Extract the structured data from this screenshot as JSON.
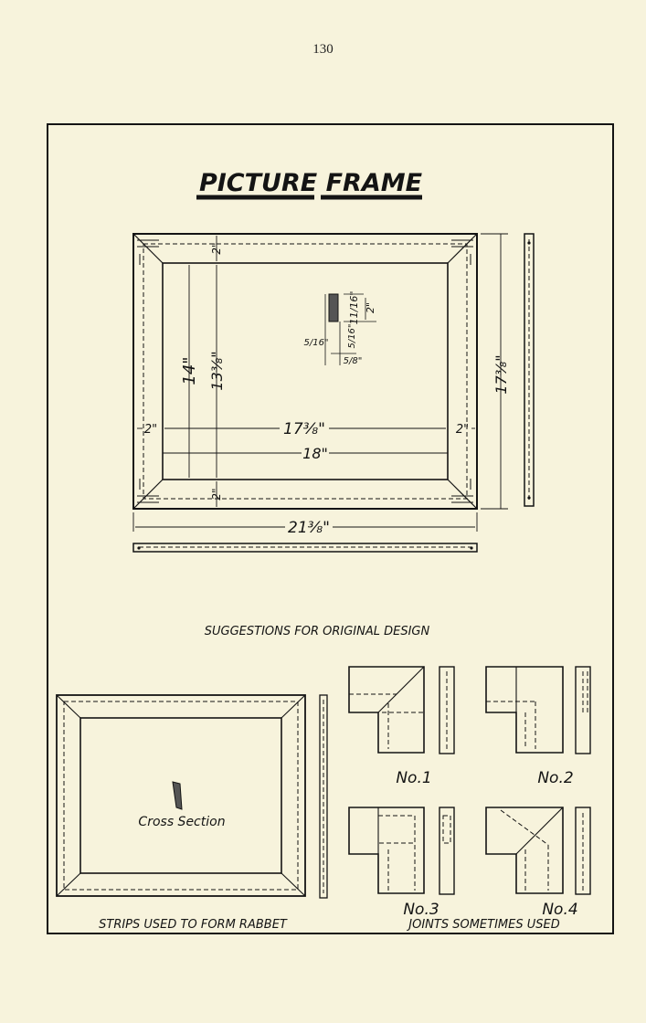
{
  "page_number": "130",
  "title": "PICTURE FRAME",
  "dimensions": {
    "outer_width": "21⅜\"",
    "outer_height": "17⅜\"",
    "inner_width": "17⅜\"",
    "opening_width": "18\"",
    "inner_height_a": "14\"",
    "inner_height_b": "13⅜\"",
    "border_width": "2\"",
    "section_a": "11/16\"",
    "section_b": "2\"",
    "section_c": "5/16\"",
    "section_d": "5/16\"",
    "section_e": "5/8\""
  },
  "subtitle": "SUGGESTIONS FOR ORIGINAL DESIGN",
  "cross_section_label": "Cross Section",
  "strips_caption": "STRIPS USED TO FORM RABBET",
  "joints": {
    "no1": "No.1",
    "no2": "No.2",
    "no3": "No.3",
    "no4": "No.4",
    "caption": "JOINTS SOMETIMES USED"
  }
}
